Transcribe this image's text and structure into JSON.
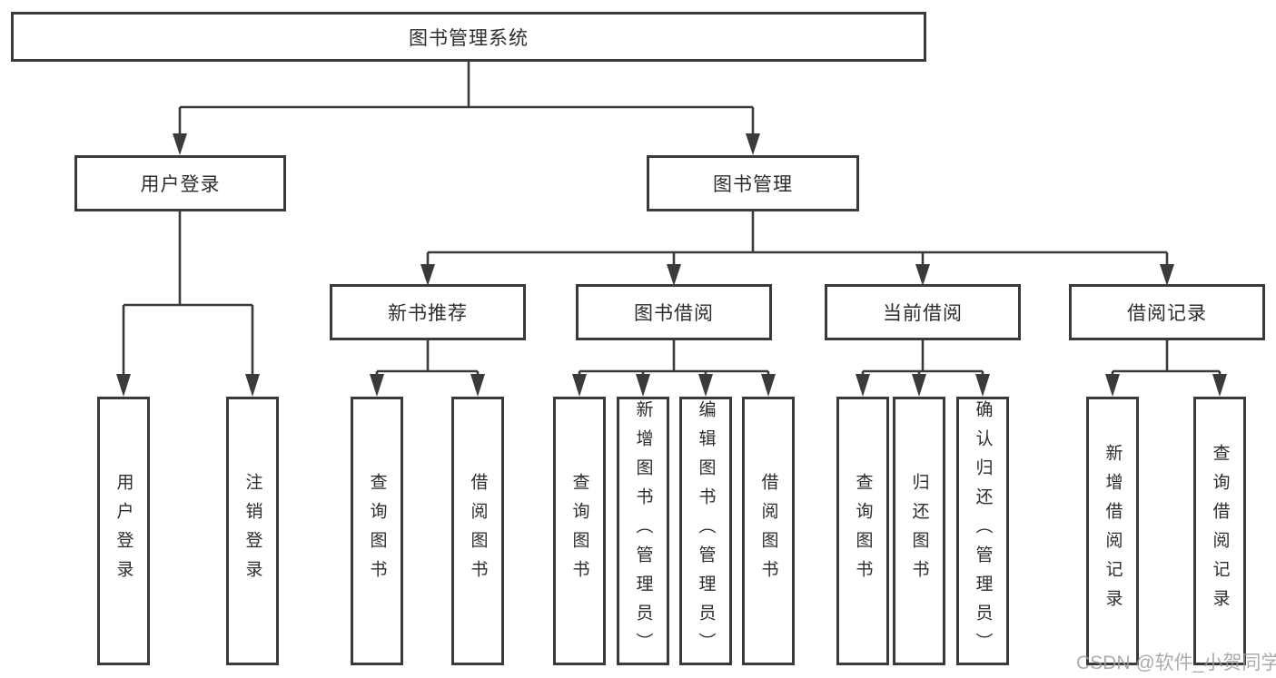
{
  "colors": {
    "background": "#ffffff",
    "line": "#3a3a3a",
    "box_border": "#3a3a3a",
    "text": "#2d2d2d",
    "watermark": "#9d9d9d"
  },
  "nodes": {
    "root": "图书管理系统",
    "user_login": "用户登录",
    "book_management": "图书管理",
    "new_book_recommend": "新书推荐",
    "book_borrow": "图书借阅",
    "current_borrow": "当前借阅",
    "borrow_records": "借阅记录",
    "leaf_user_login": "用户登录",
    "leaf_logout": "注销登录",
    "rec_query_book": "查询图书",
    "rec_borrow_book": "借阅图书",
    "bor_query_book": "查询图书",
    "bor_add_book_admin": "新增图书（管理员）",
    "bor_edit_book_admin": "编辑图书（管理员）",
    "bor_borrow_book": "借阅图书",
    "cur_query_book": "查询图书",
    "cur_return_book": "归还图书",
    "cur_confirm_return_admin": "确认归还（管理员）",
    "rec_add_borrow_record": "新增借阅记录",
    "rec_query_borrow_record": "查询借阅记录"
  },
  "watermark": "CSDN @软件_小贺同学"
}
